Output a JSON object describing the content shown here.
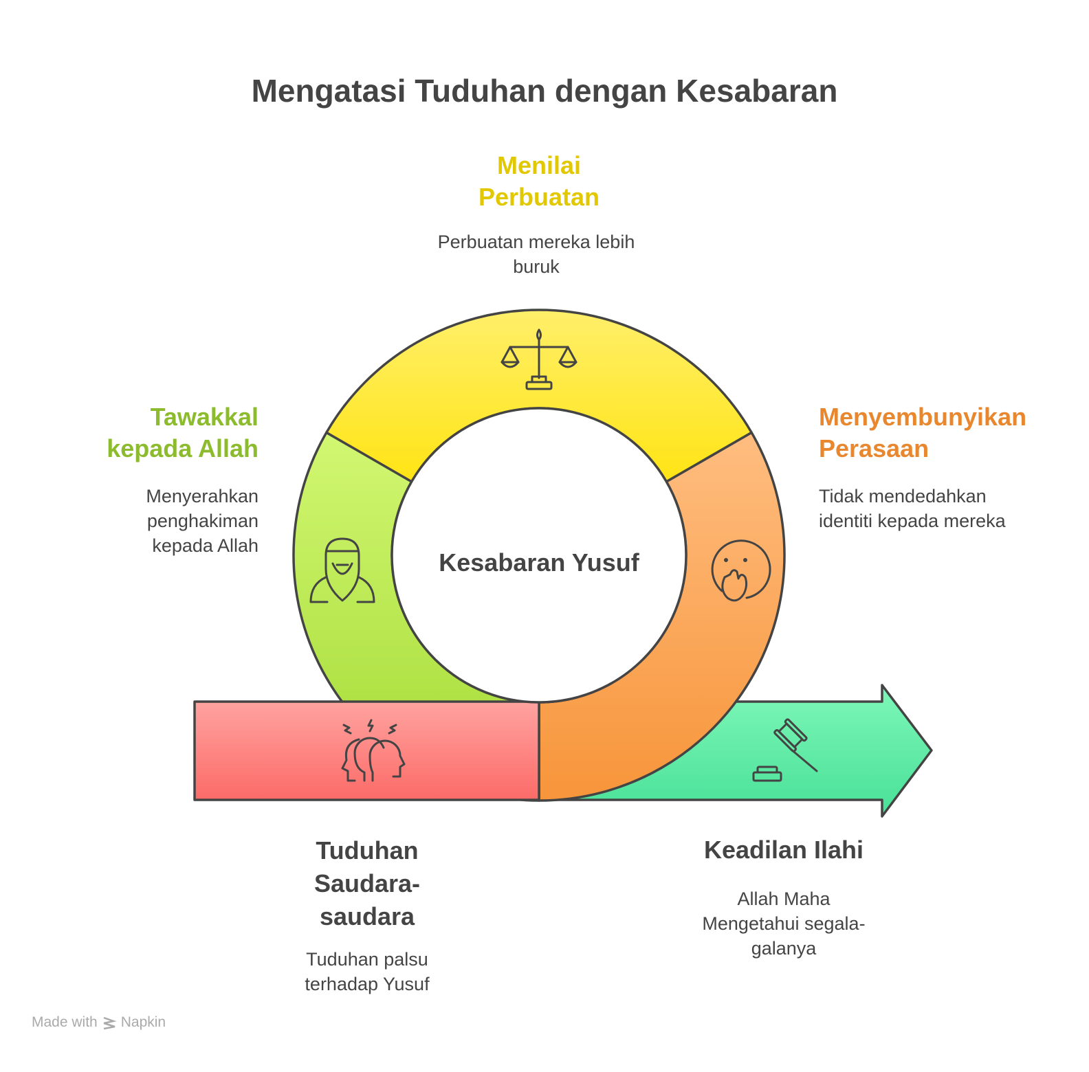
{
  "title": "Mengatasi Tuduhan dengan Kesabaran",
  "center_label": "Kesabaran Yusuf",
  "steps": [
    {
      "title": "Menilai Perbuatan",
      "desc": "Perbuatan mereka lebih buruk",
      "color": "#E2C800",
      "icon": "scales-icon"
    },
    {
      "title": "Tawakkal kepada Allah",
      "desc": "Menyerahkan penghakiman kepada Allah",
      "color": "#8DBB2E",
      "icon": "bearded-man-icon"
    },
    {
      "title": "Menyembunyikan Perasaan",
      "desc": "Tidak mendedahkan identiti kepada mereka",
      "color": "#E8872E",
      "icon": "hand-over-mouth-face-icon"
    },
    {
      "title": "Tuduhan Saudara-saudara",
      "desc": "Tuduhan palsu terhadap Yusuf",
      "color": "#444444",
      "icon": "conflict-heads-icon"
    },
    {
      "title": "Keadilan Ilahi",
      "desc": "Allah Maha Mengetahui segala-galanya",
      "color": "#444444",
      "icon": "gavel-icon"
    }
  ],
  "footer": {
    "prefix": "Made with",
    "brand": "Napkin"
  }
}
